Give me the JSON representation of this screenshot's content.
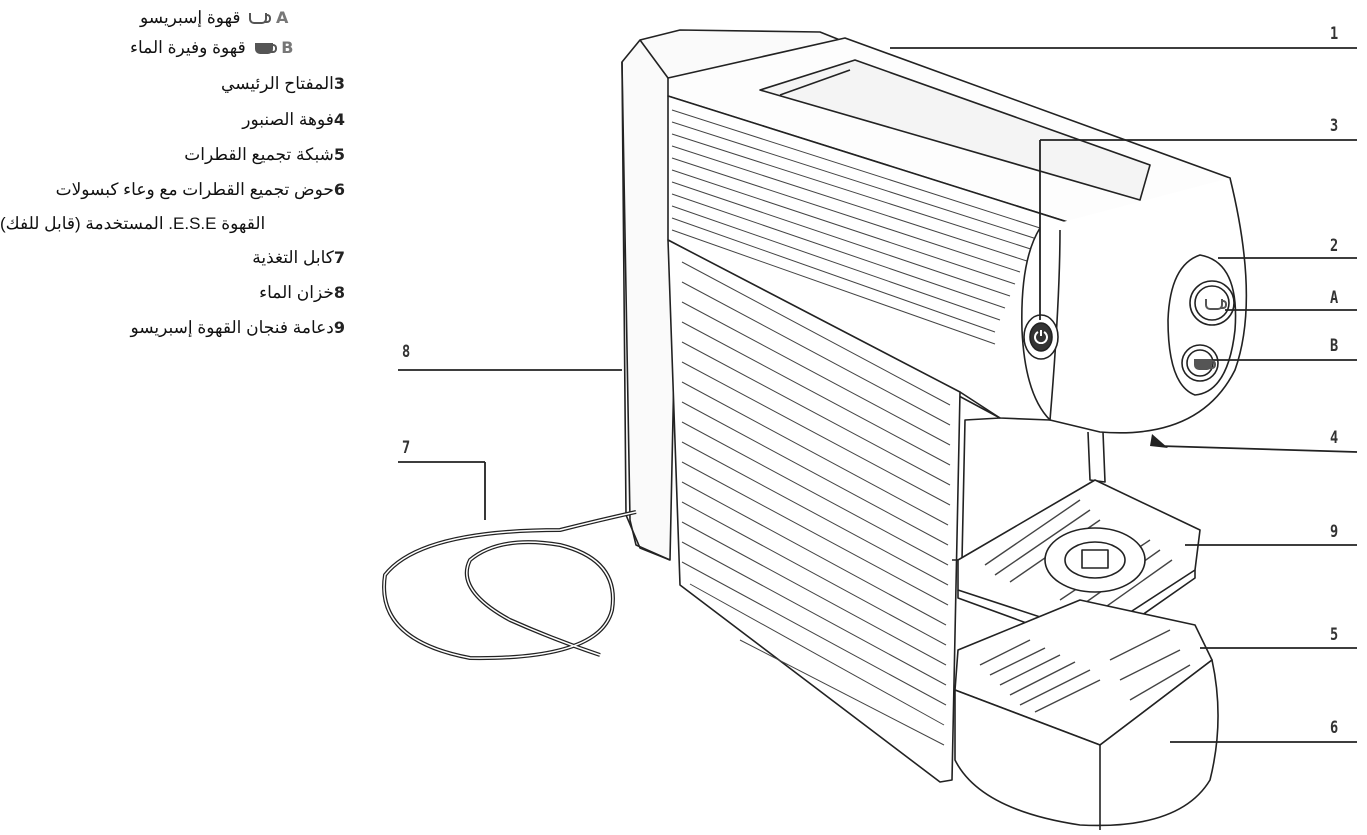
{
  "legend": {
    "A": {
      "letter": "A",
      "label": "قهوة إسبريسو"
    },
    "B": {
      "letter": "B",
      "label": "قهوة وفيرة الماء"
    },
    "items": [
      {
        "num": "3",
        "text": "المفتاح الرئيسي"
      },
      {
        "num": "4",
        "text": "فوهة الصنبور"
      },
      {
        "num": "5",
        "text": "شبكة تجميع القطرات"
      },
      {
        "num": "6",
        "text": "حوض تجميع القطرات مع وعاء كبسولات"
      },
      {
        "num": "",
        "text": "القهوة E.S.E. المستخدمة (قابل للفك)"
      },
      {
        "num": "7",
        "text": "كابل التغذية"
      },
      {
        "num": "8",
        "text": "خزان الماء"
      },
      {
        "num": "9",
        "text": "دعامة فنجان القهوة إسبريسو"
      }
    ]
  },
  "callouts": {
    "c1": "1",
    "c3": "3",
    "c2": "2",
    "cA": "A",
    "cB": "B",
    "c4": "4",
    "c9": "9",
    "c5": "5",
    "c6": "6",
    "c7": "7",
    "c8": "8"
  },
  "icons": {
    "power": "power-icon",
    "espresso": "espresso-cup-icon",
    "long": "long-coffee-cup-icon"
  }
}
